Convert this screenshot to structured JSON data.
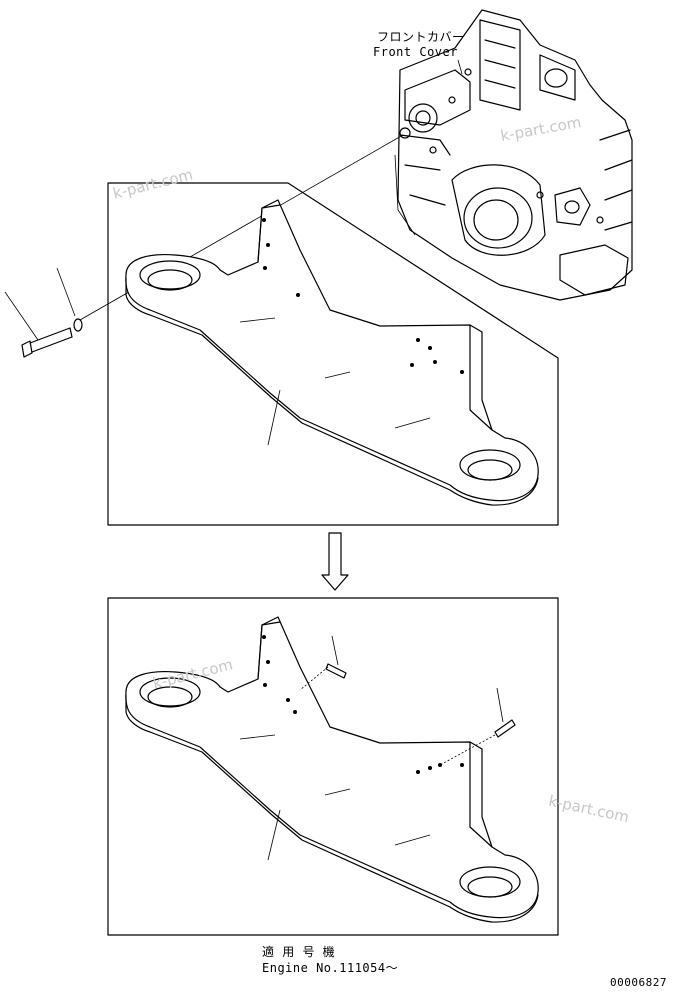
{
  "front_cover": {
    "label_jp": "フロントカバー",
    "label_en": "Front Cover"
  },
  "watermark": "k-part.com",
  "serial_note": {
    "label_jp": "適 用 号 機",
    "label_en": "Engine No.111054～"
  },
  "drawing_number": "00006827"
}
